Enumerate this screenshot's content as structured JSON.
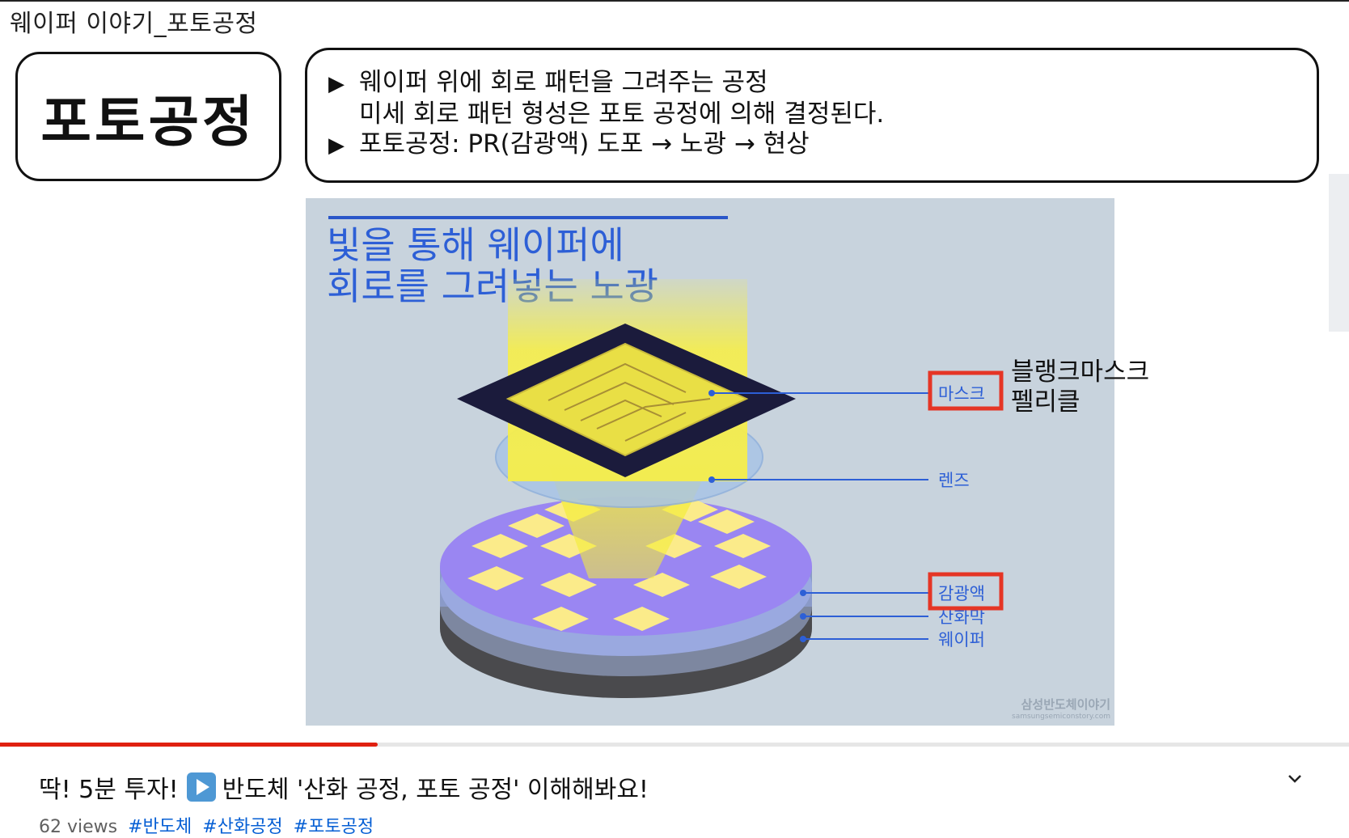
{
  "slide": {
    "header": "웨이퍼 이야기_포토공정",
    "title": "포토공정",
    "bullets": [
      "웨이퍼 위에 회로 패턴을 그려주는 공정",
      "미세 회로 패턴 형성은 포토 공정에 의해 결정된다.",
      "포토공정: PR(감광액) 도포 → 노광 → 현상"
    ],
    "bullet_marker": "▶"
  },
  "diagram": {
    "heading_line1": "빛을 통해 웨이퍼에",
    "heading_line2": "회로를 그려넣는 노광",
    "labels": {
      "mask": "마스크",
      "lens": "렌즈",
      "photoresist": "감광액",
      "oxide": "산화막",
      "wafer": "웨이퍼"
    },
    "annotation_line1": "블랭크마스크",
    "annotation_line2": "펠리클",
    "watermark": "삼성반도체이야기",
    "watermark_url": "samsungsemiconstory.com",
    "colors": {
      "background": "#c8d3dd",
      "label_blue": "#2d5fd6",
      "highlight_red": "#e53525",
      "beam_yellow": "#f3ea3a"
    }
  },
  "player": {
    "progress_fraction": 0.28,
    "title_before": "딱! 5분 투자!",
    "title_icon": "play-button-emoji",
    "title_after": "반도체 '산화 공정, 포토 공정' 이해해봐요!",
    "views": "62 views",
    "hashtags": [
      "#반도체",
      "#산화공정",
      "#포토공정"
    ],
    "expand_icon": "chevron-down-icon"
  }
}
